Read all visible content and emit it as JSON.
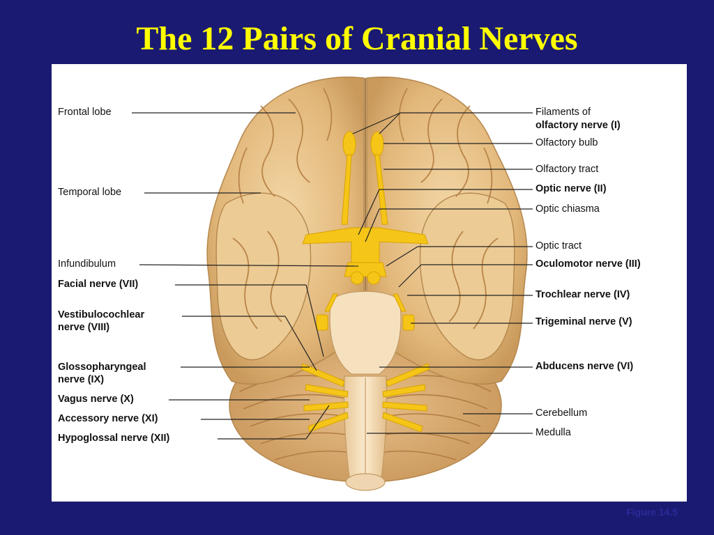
{
  "title": "The 12 Pairs of Cranial Nerves",
  "figure_caption": "Figure 14.5",
  "colors": {
    "background": "#1a1a72",
    "title": "#ffff00",
    "brain": "#e8c48a",
    "nerve": "#f5c518"
  },
  "labels_left": {
    "frontal_lobe": "Frontal lobe",
    "temporal_lobe": "Temporal lobe",
    "infundibulum": "Infundibulum",
    "facial_nerve": "Facial nerve (VII)",
    "vestibulocochlear_1": "Vestibulocochlear",
    "vestibulocochlear_2": "nerve (VIII)",
    "glossopharyngeal_1": "Glossopharyngeal",
    "glossopharyngeal_2": "nerve (IX)",
    "vagus_nerve": "Vagus nerve (X)",
    "accessory_nerve": "Accessory nerve (XI)",
    "hypoglossal_nerve": "Hypoglossal nerve (XII)"
  },
  "labels_right": {
    "filaments_1": "Filaments of",
    "filaments_2": "olfactory nerve (I)",
    "olfactory_bulb": "Olfactory bulb",
    "olfactory_tract": "Olfactory tract",
    "optic_nerve": "Optic nerve (II)",
    "optic_chiasma": "Optic chiasma",
    "optic_tract": "Optic tract",
    "oculomotor_nerve": "Oculomotor nerve (III)",
    "trochlear_nerve": "Trochlear nerve (IV)",
    "trigeminal_nerve": "Trigeminal nerve (V)",
    "abducens_nerve": "Abducens nerve (VI)",
    "cerebellum": "Cerebellum",
    "medulla": "Medulla"
  }
}
